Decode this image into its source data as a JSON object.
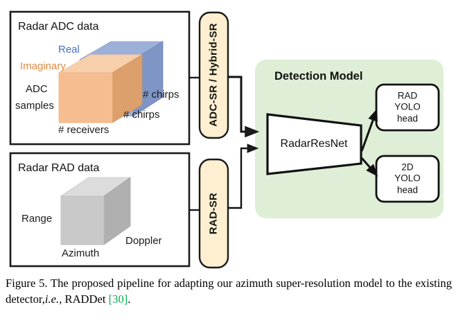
{
  "figure": {
    "adc_panel": {
      "title": "Radar ADC data",
      "cube_labels": {
        "real": "Real",
        "imaginary": "Imaginary",
        "left_line1": "ADC",
        "left_line2": "samples",
        "chirps_upper": "# chirps",
        "chirps_lower": "# chirps",
        "receivers": "# receivers"
      },
      "colors": {
        "real_top": "#9db0d8",
        "real_side": "#7e95c6",
        "imag_front": "#f5bd90",
        "imag_top": "#f8cfab",
        "imag_side": "#dda06c"
      }
    },
    "rad_panel": {
      "title": "Radar RAD data",
      "cube_labels": {
        "range": "Range",
        "doppler": "Doppler",
        "azimuth": "Azimuth"
      },
      "colors": {
        "front": "#c9c9c9",
        "top": "#dcdcdc",
        "side": "#b0b0b0"
      }
    },
    "pills": [
      {
        "label": "ADC-SR / Hybrid-SR"
      },
      {
        "label": "RAD-SR"
      }
    ],
    "pill_color": "#fdefd0",
    "detection": {
      "title": "Detection Model",
      "panel_color": "#dfeed6",
      "backbone": "RadarResNet",
      "heads": [
        {
          "line1": "RAD",
          "line2": "YOLO",
          "line3": "head"
        },
        {
          "line1": "2D",
          "line2": "YOLO",
          "line3": "head"
        }
      ]
    }
  },
  "caption": {
    "prefix": "Figure 5.",
    "body_1": "The proposed pipeline for adapting our azimuth super-resolution model to the existing detector,",
    "italic": "i.e.",
    "body_2": ", RADDet",
    "citation": "[30]",
    "suffix": ".",
    "citation_color": "#00b050"
  }
}
